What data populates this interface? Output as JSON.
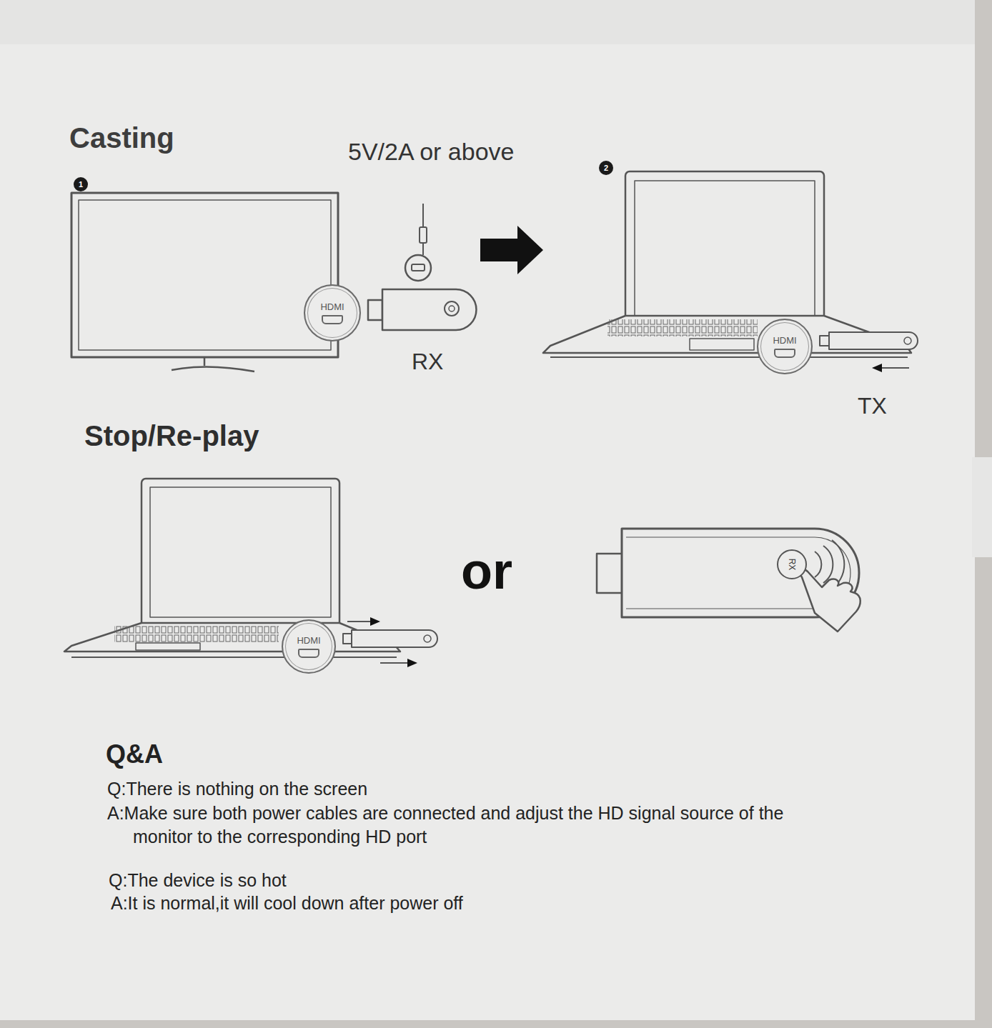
{
  "diagram": {
    "nodes": [
      {
        "text": [
          "1"
        ]
      },
      {
        "text": [
          "HDMI"
        ]
      },
      {
        "text": [
          "2"
        ]
      },
      {
        "text": [
          "HDMI"
        ]
      },
      {
        "text": [
          "HDMI"
        ]
      },
      {
        "text": [
          "RX"
        ]
      }
    ],
    "labels": [
      "Casting",
      "5V/2A or above",
      "RX",
      "TX",
      "Stop/Re-play",
      "or",
      "Q&A",
      "Q:There is nothing on the screen",
      "A:Make sure both power cables are connected and adjust the HD signal source of the monitor to the corresponding HD port",
      "Q:The device is so hot",
      "A:It is normal,it will cool down after power off"
    ]
  }
}
